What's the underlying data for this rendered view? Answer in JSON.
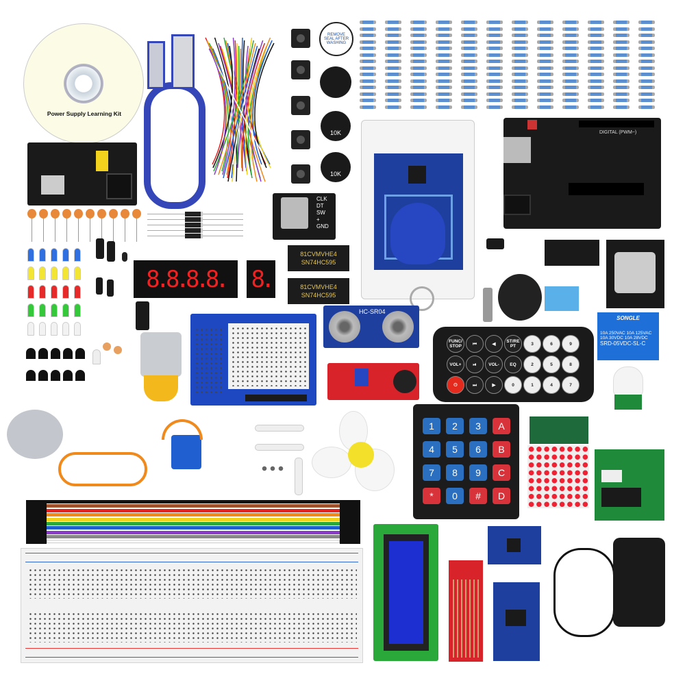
{
  "cd": {
    "label": "Power Supply Learning Kit"
  },
  "buzzer": {
    "seal_text": "REMOVE SEAL AFTER WASHING"
  },
  "potentiometers": [
    "10K",
    "10K"
  ],
  "rotary_encoder": {
    "pins": [
      "CLK",
      "DT",
      "SW",
      "+",
      "GND"
    ]
  },
  "shift_registers": [
    {
      "line1": "81CVMVHE4",
      "line2": "SN74HC595"
    },
    {
      "line1": "81CVMVHE4",
      "line2": "SN74HC595"
    }
  ],
  "seven_segment": {
    "four_digit": "8.8.8.8.",
    "single": "8."
  },
  "ultrasonic": {
    "label": "HC-SR04"
  },
  "relay": {
    "brand": "SONGLE",
    "rating1": "10A 250VAC 10A 125VAC",
    "rating2": "10A  30VDC 10A  28VDC",
    "model": "SRD-05VDC-SL-C"
  },
  "remote": {
    "buttons": [
      "FUNC/STOP",
      "⏮",
      "◀",
      "ST/REPT",
      "3",
      "6",
      "9",
      "VOL+",
      "⏯",
      "VOL-",
      "EQ",
      "2",
      "5",
      "8",
      "⏻",
      "⏭",
      "▶",
      "0",
      "1",
      "4",
      "7"
    ],
    "accent": "#e32a1c"
  },
  "keypad": {
    "keys": [
      "1",
      "2",
      "3",
      "A",
      "4",
      "5",
      "6",
      "B",
      "7",
      "8",
      "9",
      "C",
      "*",
      "0",
      "#",
      "D"
    ],
    "digit_color": "#2a6fc0",
    "letter_color": "#d8333a"
  },
  "arduino": {
    "label": "DIGITAL (PWM~)"
  },
  "ribbon_colors": [
    "#111",
    "#a0522d",
    "#e52222",
    "#f08a1c",
    "#f2d21c",
    "#2aa83a",
    "#1f5fd0",
    "#8a3cc8",
    "#888",
    "#fff"
  ],
  "led_colors": [
    "#2f6fe0",
    "#f2e534",
    "#e62a2a",
    "#35c83a",
    "#f2f2f2"
  ]
}
